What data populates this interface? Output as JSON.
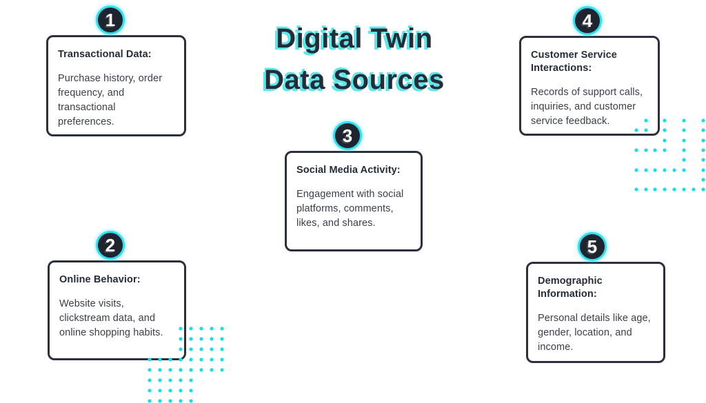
{
  "title": {
    "line1": "Digital Twin",
    "line2": "Data Sources"
  },
  "colors": {
    "accent_cyan": "#16dfe9",
    "accent_soft": "#5ce7ea",
    "badge_fill": "#20242f",
    "badge_ring": "#2ce0f0",
    "box_border": "#2b303c",
    "text_dark": "#262b38",
    "text_body": "#3a3e48",
    "background": "#ffffff"
  },
  "sources": [
    {
      "number": "1",
      "heading": "Transactional Data:",
      "description": "Purchase history, order frequency, and transactional preferences."
    },
    {
      "number": "2",
      "heading": "Online Behavior:",
      "description": "Website visits, clickstream data, and online shopping habits."
    },
    {
      "number": "3",
      "heading": "Social Media Activity:",
      "description": "Engagement with social platforms, comments, likes, and shares."
    },
    {
      "number": "4",
      "heading": "Customer Service Interactions:",
      "description": "Records of support calls, inquiries, and customer service feedback."
    },
    {
      "number": "5",
      "heading": "Demographic Information:",
      "description": "Personal details like age, gender, location, and income."
    }
  ]
}
